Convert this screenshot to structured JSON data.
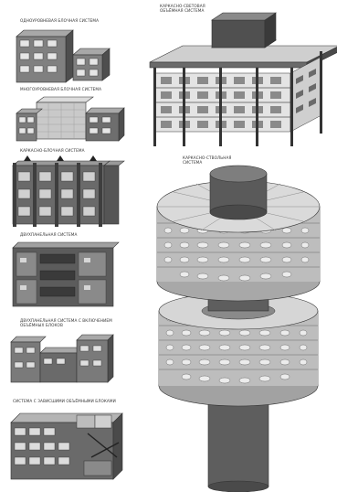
{
  "captions": [
    "ОДНОУРОВНЕВАЯ БЛОЧНАЯ СИСТЕМА",
    "МНОГОУРОВНЕВАЯ БЛОЧНАЯ СИСТЕМА",
    "КАРКАСНО-БЛОЧНАЯ СИСТЕМА",
    "ДВУХПАНЕЛЬНАЯ СИСТЕМА",
    "ДВУХПАНЕЛЬНАЯ СИСТЕМА С ВКЛЮЧЕНИЕМ ОБЪЁМНЫХ БЛОКОВ",
    "СИСТЕМА С ЗАВИСШИМИ ОБЪЁМНЫМИ БЛОКАМИ",
    "КАРКАСНО-СВЕТОВАЯ ОБЪЁМНАЯ СИСТЕМА",
    "КАРКАСНО-СТВОЛЬНАЯ СИСТЕМА"
  ],
  "colors": {
    "background": "#ffffff",
    "block_face": "#7d7d7d",
    "block_dark": "#4c4c4c",
    "block_top": "#a5a5a5",
    "light_face": "#c9c9c9",
    "window": "#e6e6e6",
    "core": "#5a5a5a"
  }
}
